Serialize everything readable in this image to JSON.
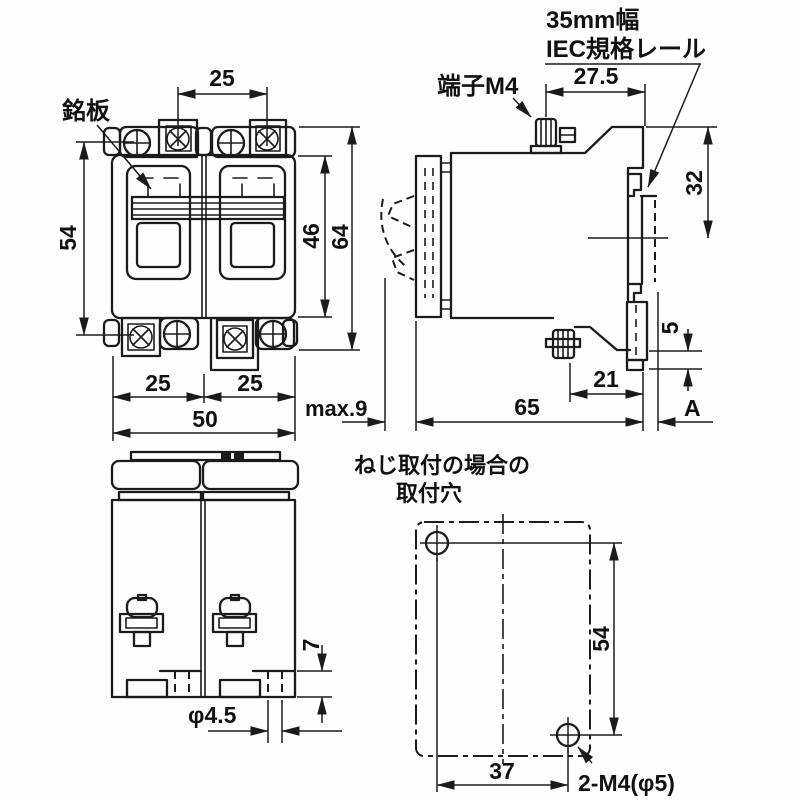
{
  "colors": {
    "ink": "#1b1b1b",
    "background": "#fefefe"
  },
  "front_view": {
    "nameplate_label": "銘板",
    "dim_terminal_pitch": "25",
    "dim_screw_span": "54",
    "dim_body_height": "46",
    "dim_overall_height": "64",
    "dim_pole1_width": "25",
    "dim_pole2_width": "25",
    "dim_overall_width": "50"
  },
  "side_view": {
    "terminal_label": "端子M4",
    "rail_label_line1": "35mm幅",
    "rail_label_line2": "IEC規格レール",
    "dim_terminal_to_rail": "27.5",
    "dim_top_to_rail_center": "32",
    "dim_slider_travel": "5",
    "dim_tab_depth": "21",
    "dim_handle_projection": "max.9",
    "dim_body_depth": "65",
    "dim_rail_allowance": "A"
  },
  "bottom_view": {
    "dim_foot_height": "7",
    "dim_mount_hole_dia": "φ4.5"
  },
  "mounting_view": {
    "title_line1": "ねじ取付の場合の",
    "title_line2": "取付穴",
    "dim_hole_pitch_vertical": "54",
    "dim_hole_pitch_horizontal": "37",
    "hole_spec_label": "2-M4(φ5)"
  }
}
